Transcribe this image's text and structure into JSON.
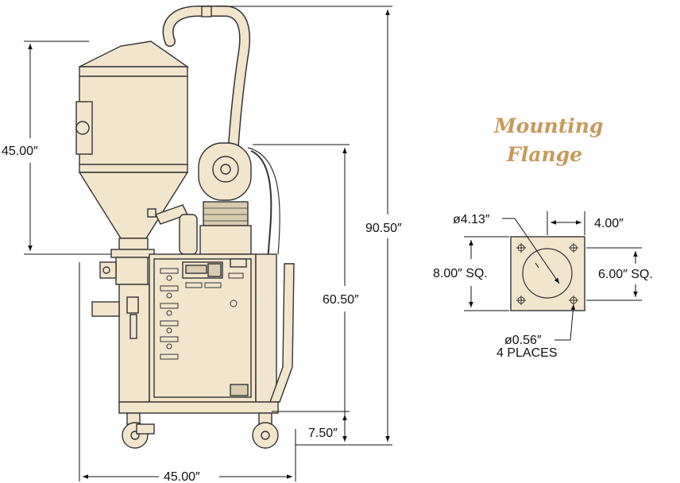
{
  "colors": {
    "machine_fill": "#f1e5cc",
    "machine_stroke": "#333333",
    "title_color": "#c79a5a",
    "dimension_color": "#111111"
  },
  "dimensions": {
    "hopper_height": "45.00″",
    "overall_height": "90.50″",
    "cabinet_height": "60.50″",
    "caster_height": "7.50″",
    "overall_width": "45.00″"
  },
  "flange": {
    "title_line1": "Mounting",
    "title_line2": "Flange",
    "bore_diameter": "ø4.13″",
    "hole_spacing": "4.00″",
    "outer_square": "8.00″ SQ.",
    "bolt_square": "6.00″ SQ.",
    "hole_diameter": "ø0.56″",
    "hole_count": "4 PLACES"
  }
}
